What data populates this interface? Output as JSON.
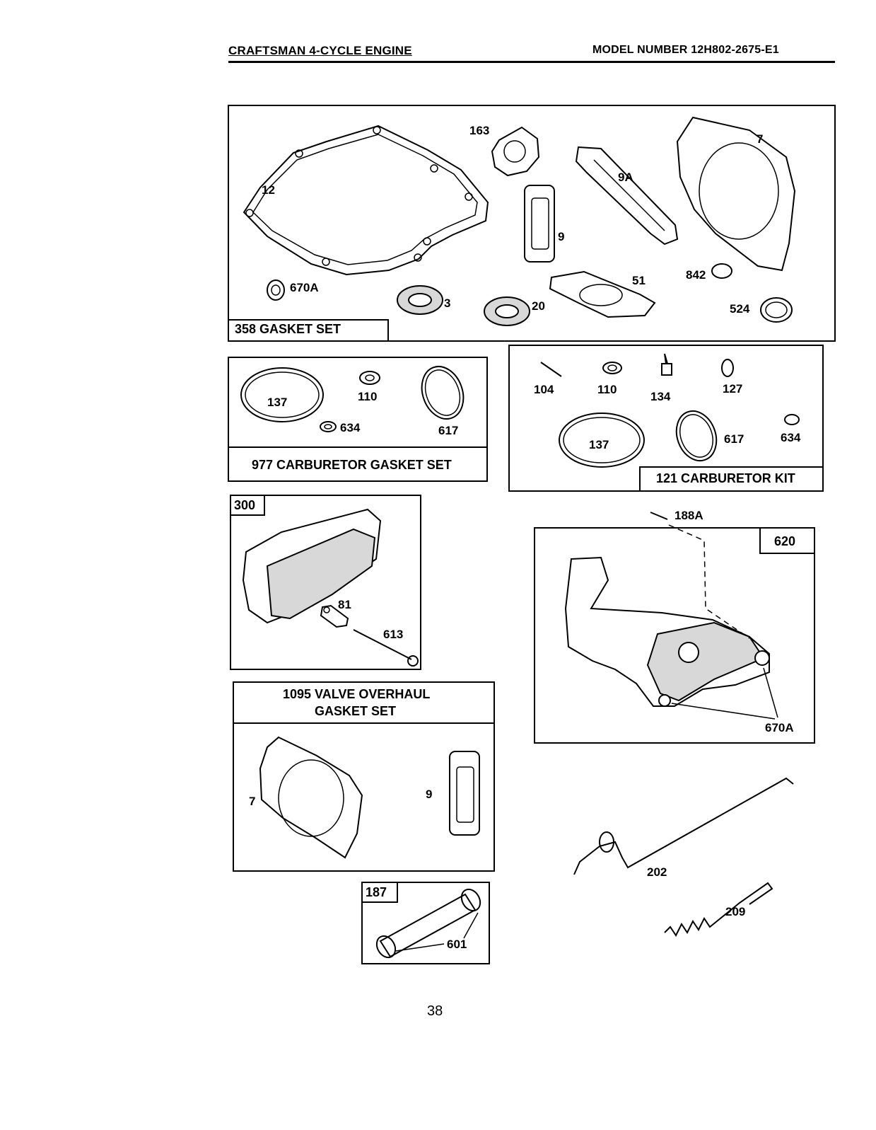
{
  "header": {
    "title": "CRAFTSMAN 4-CYCLE ENGINE",
    "model": "MODEL NUMBER 12H802-2675-E1"
  },
  "page_number": "38",
  "kits": {
    "gasket_set": "358 GASKET SET",
    "carb_gasket_set": "977 CARBURETOR GASKET SET",
    "carb_kit": "121 CARBURETOR KIT",
    "valve_set_line1": "1095 VALVE OVERHAUL",
    "valve_set_line2": "GASKET SET",
    "muffler": "300",
    "governor": "620",
    "breather": "187"
  },
  "parts": {
    "p12": "12",
    "p163": "163",
    "p9A": "9A",
    "p7": "7",
    "p9": "9",
    "p670A": "670A",
    "p3": "3",
    "p20": "20",
    "p51": "51",
    "p842": "842",
    "p524": "524",
    "c137": "137",
    "c110": "110",
    "c634": "634",
    "c617": "617",
    "k104": "104",
    "k110": "110",
    "k134": "134",
    "k127": "127",
    "k137": "137",
    "k617": "617",
    "k634": "634",
    "m81": "81",
    "m613": "613",
    "g188A": "188A",
    "g670A": "670A",
    "v7": "7",
    "v9": "9",
    "b601": "601",
    "r202": "202",
    "r209": "209"
  }
}
